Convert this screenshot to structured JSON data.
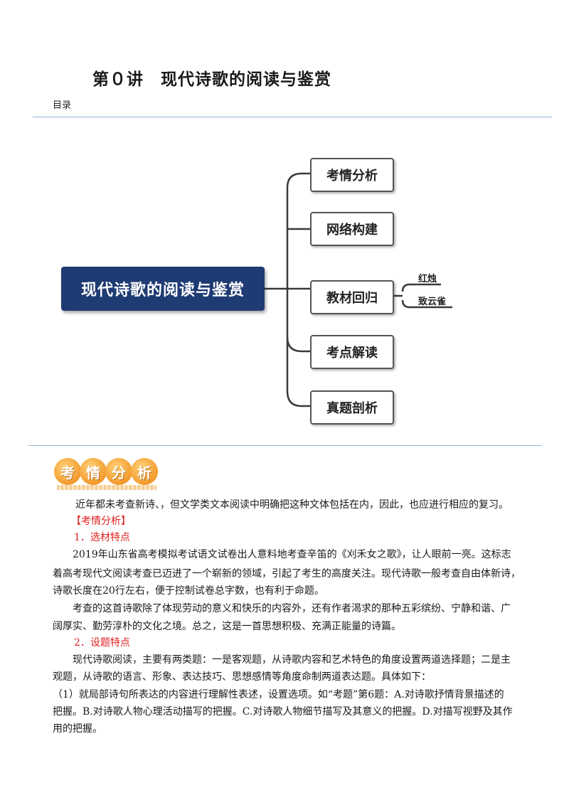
{
  "title": "第０讲　现代诗歌的阅读与鉴赏",
  "toc_label": "目录",
  "mindmap": {
    "root": "现代诗歌的阅读与鉴赏",
    "branches": [
      "考情分析",
      "网络构建",
      "教材回归",
      "考点解读",
      "真题剖析"
    ],
    "sub_items": [
      "红烛",
      "致云雀"
    ]
  },
  "badge": {
    "chars": [
      "考",
      "情",
      "分",
      "析"
    ]
  },
  "content": {
    "intro": "近年都未考查新诗、，但文学类文本阅读中明确把这种文体包括在内，因此，也应进行相应的复习。",
    "section_heading": "【考情分析】",
    "sub1_heading": "1．选材特点",
    "p1_l1": "2019年山东省高考模拟考试语文试卷出人意料地考查辛笛的《刈禾女之歌》，让人眼前一亮。这标志",
    "p1_l2": "着高考现代文阅读考查已迈进了一个崭新的领域，引起了考生的高度关注。现代诗歌一般考查自由体新诗，",
    "p1_l3": "诗歌长度在20行左右，便于控制试卷总字数，也有利于命题。",
    "p2_l1": "考查的这首诗歌除了体现劳动的意义和快乐的内容外，还有作者渴求的那种五彩缤纷、宁静和谐、广",
    "p2_l2": "阔厚实、勤劳淳朴的文化之境。总之，这是一首思想积极、充满正能量的诗篇。",
    "sub2_heading": "2．设题特点",
    "p3_l1": "现代诗歌阅读，主要有两类题：一是客观题，从诗歌内容和艺术特色的角度设置两道选择题；二是主",
    "p3_l2": "观题，从诗歌的语言、形象、表达技巧、思想感情等角度命制两道表达题。具体如下：",
    "p4_l1": "（1）就局部诗句所表达的内容进行理解性表述，设置选项。如“考题”第6题：A.对诗歌抒情背景描述的",
    "p4_l2": "把握。B.对诗歌人物心理活动描写的把握。C.对诗歌人物细节描写及其意义的把握。D.对描写视野及其作",
    "p4_l3": "用的把握。"
  }
}
